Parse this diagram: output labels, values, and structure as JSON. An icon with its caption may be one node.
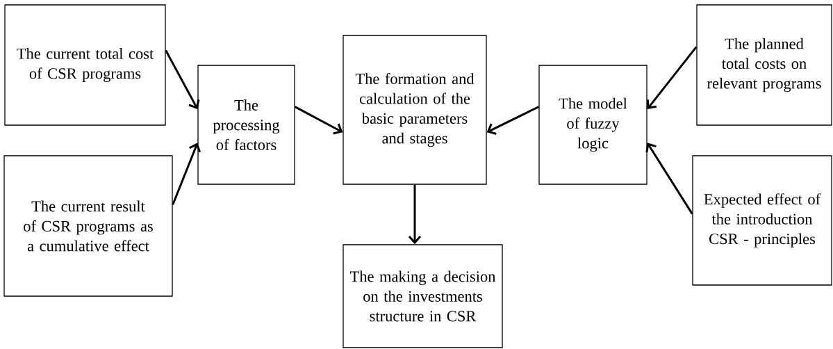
{
  "diagram": {
    "nodes": [
      {
        "text": [
          "The current total cost of CSR programs"
        ]
      },
      {
        "text": [
          "The current result of CSR programs as a cumulative effect"
        ]
      },
      {
        "text": [
          "The processing of factors"
        ]
      },
      {
        "text": [
          "The formation and calculation of the basic parameters and stages"
        ]
      },
      {
        "text": [
          "The model of fuzzy logic"
        ]
      },
      {
        "text": [
          "The planned total costs on relevant programs"
        ]
      },
      {
        "text": [
          "Expected effect of the introduction CSR - principles"
        ]
      },
      {
        "text": [
          "The making a decision on the investments structure in CSR"
        ]
      }
    ],
    "edges": [
      {
        "from": 0,
        "to": 2,
        "arrow": "to"
      },
      {
        "from": 1,
        "to": 2,
        "arrow": "to"
      },
      {
        "from": 2,
        "to": 3,
        "arrow": "to"
      },
      {
        "from": 4,
        "to": 3,
        "arrow": "to"
      },
      {
        "from": 5,
        "to": 4,
        "arrow": "to"
      },
      {
        "from": 6,
        "to": 4,
        "arrow": "to"
      },
      {
        "from": 3,
        "to": 7,
        "arrow": "to"
      }
    ]
  }
}
